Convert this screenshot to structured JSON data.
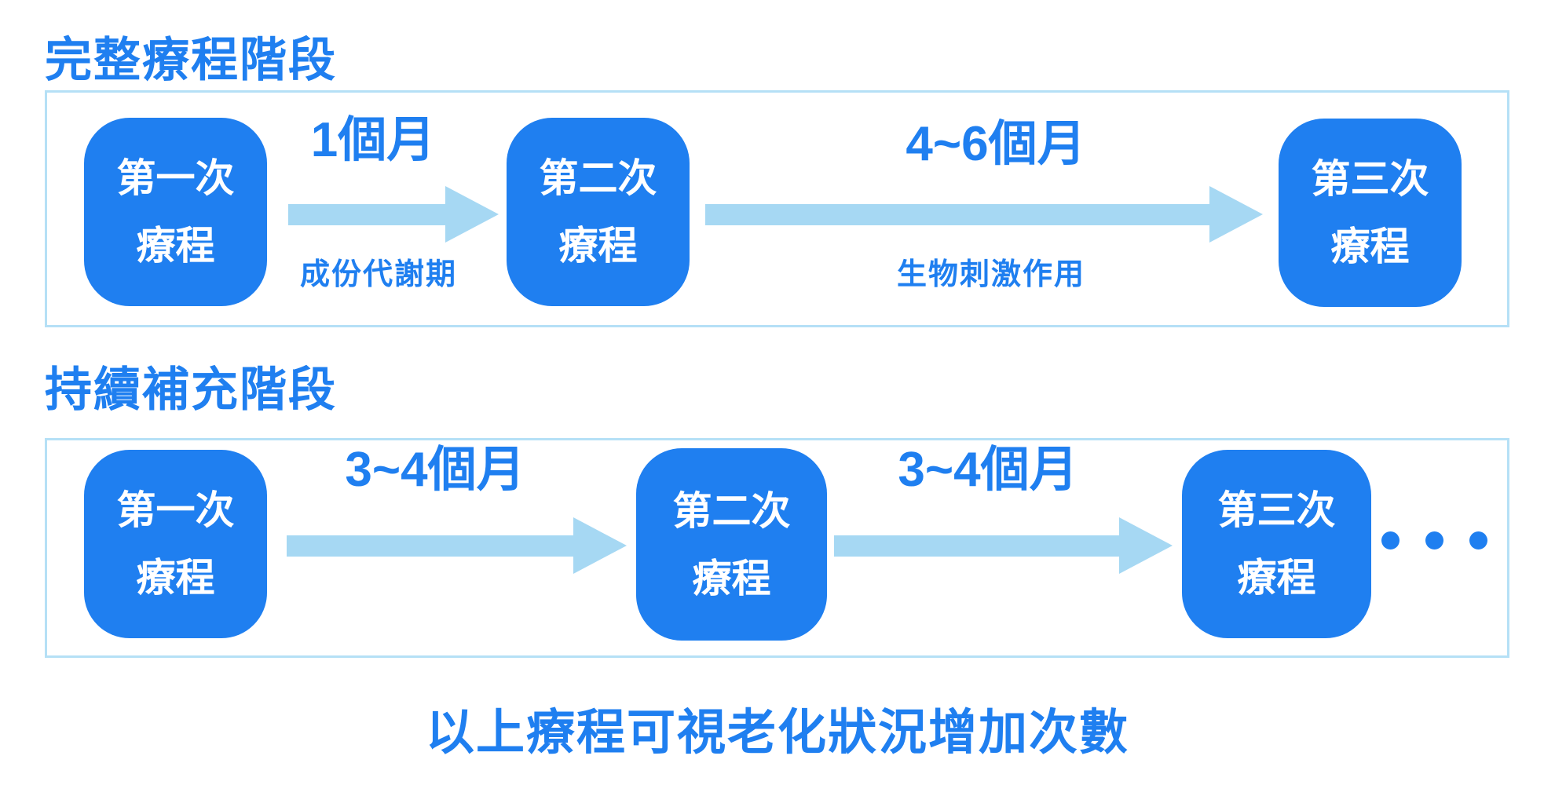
{
  "colors": {
    "primary_blue": "#1f7ff0",
    "arrow_light_blue": "#a6d8f3",
    "panel_border_blue": "#b5e0f6",
    "box_text": "#ffffff",
    "background": "#ffffff"
  },
  "section1": {
    "title": "完整療程階段",
    "boxes": [
      {
        "line1": "第一次",
        "line2": "療程"
      },
      {
        "line1": "第二次",
        "line2": "療程"
      },
      {
        "line1": "第三次",
        "line2": "療程"
      }
    ],
    "arrows": [
      {
        "label": "1個月",
        "sublabel": "成份代謝期"
      },
      {
        "label": "4~6個月",
        "sublabel": "生物刺激作用"
      }
    ]
  },
  "section2": {
    "title": "持續補充階段",
    "boxes": [
      {
        "line1": "第一次",
        "line2": "療程"
      },
      {
        "line1": "第二次",
        "line2": "療程"
      },
      {
        "line1": "第三次",
        "line2": "療程"
      }
    ],
    "arrows": [
      {
        "label": "3~4個月"
      },
      {
        "label": "3~4個月"
      }
    ],
    "ellipsis_dots": 3
  },
  "footer": {
    "note": "以上療程可視老化狀況增加次數"
  }
}
